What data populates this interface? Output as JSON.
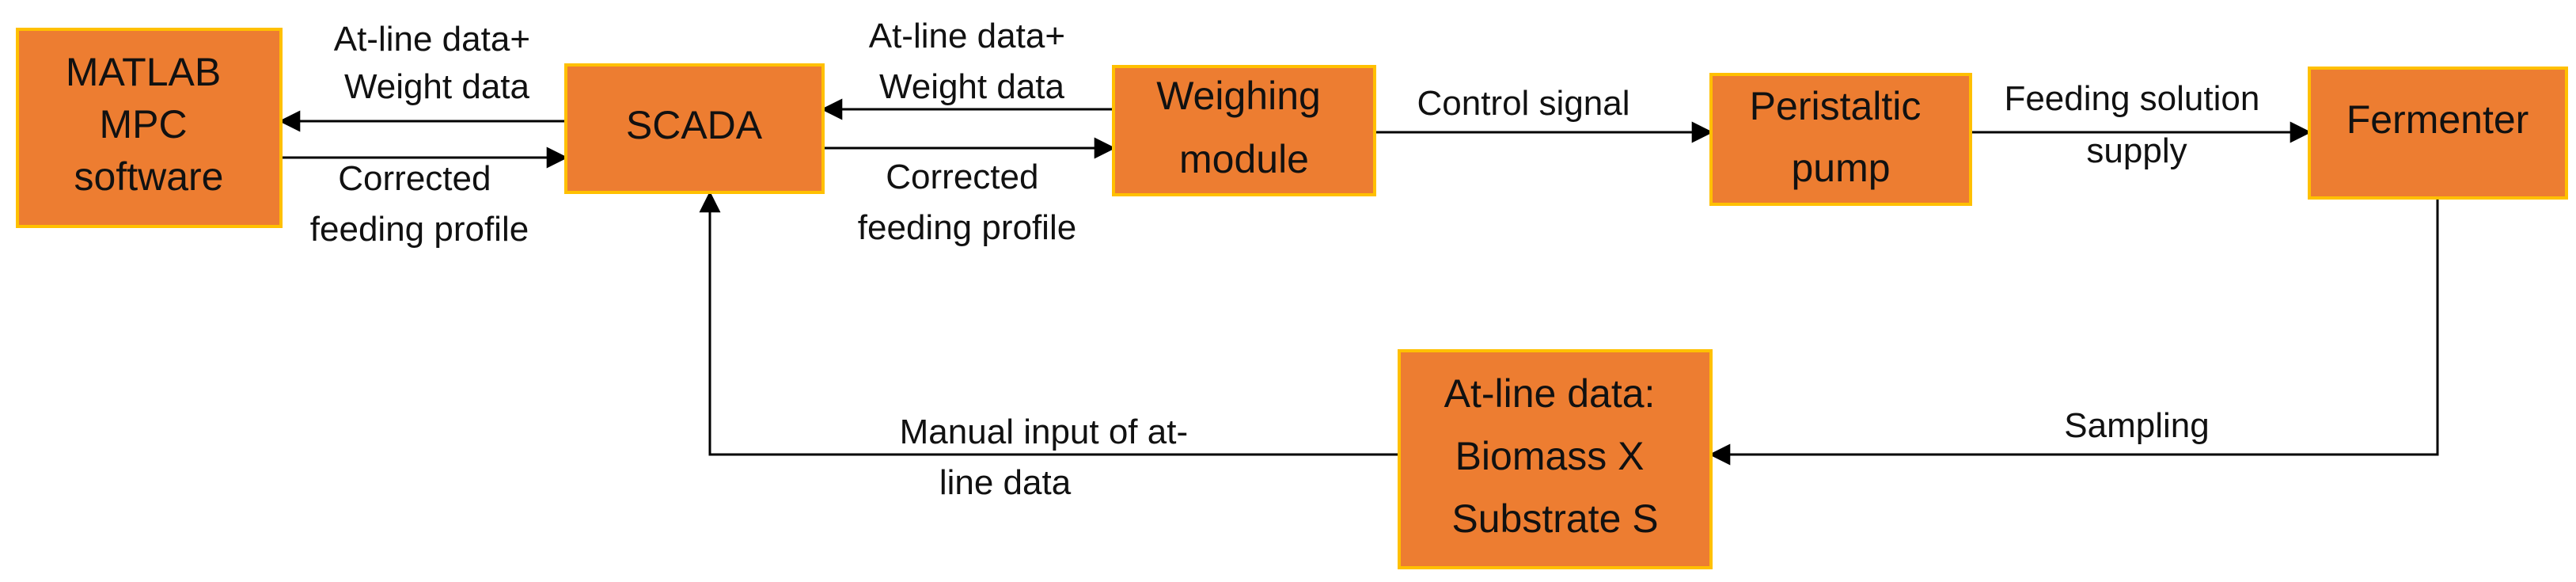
{
  "nodes": {
    "matlab": {
      "lines": [
        "MATLAB",
        "MPC",
        "software"
      ]
    },
    "scada": {
      "lines": [
        "SCADA"
      ]
    },
    "weighing": {
      "lines": [
        "Weighing",
        "module"
      ]
    },
    "pump": {
      "lines": [
        "Peristaltic",
        "pump"
      ]
    },
    "fermenter": {
      "lines": [
        "Fermenter"
      ]
    },
    "atline": {
      "lines": [
        "At-line data:",
        "Biomass X",
        "Substrate S"
      ]
    }
  },
  "edges": {
    "scada_to_matlab": {
      "lines": [
        "At-line data+",
        "Weight data"
      ]
    },
    "matlab_to_scada": {
      "lines": [
        "Corrected",
        "feeding profile"
      ]
    },
    "weighing_to_scada": {
      "lines": [
        "At-line data+",
        "Weight data"
      ]
    },
    "scada_to_weighing": {
      "lines": [
        "Corrected",
        "feeding profile"
      ]
    },
    "weighing_to_pump": {
      "lines": [
        "Control signal"
      ]
    },
    "pump_to_fermenter": {
      "lines": [
        "Feeding solution",
        "supply"
      ]
    },
    "fermenter_to_atline": {
      "lines": [
        "Sampling"
      ]
    },
    "atline_to_scada": {
      "lines": [
        "Manual input of at-",
        "line data"
      ]
    }
  },
  "colors": {
    "box_fill": "#ED7D31",
    "box_border": "#FFC000",
    "arrow": "#000000",
    "text": "#111111"
  }
}
